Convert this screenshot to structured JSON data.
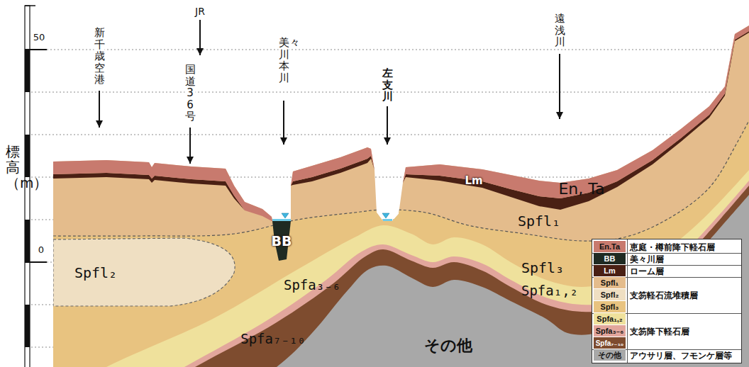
{
  "diagram": {
    "labels": [
      "標高（m）",
      "50",
      "0",
      "新千歳空港",
      "JR",
      "国道36号",
      "美々川本川",
      "左支川",
      "遠浅川",
      "Lm",
      "En, Ta",
      "Spfl₁",
      "Spfl₃",
      "Spfl₂",
      "Spfa₁,₂",
      "Spfa₃₋₆",
      "Spfa₇₋₁₀",
      "BB",
      "その他",
      "恵庭・樽前降下軽石層",
      "美々川層",
      "ローム層",
      "支笏軽石流堆積層",
      "支笏降下軽石層",
      "アウサリ層、フモンケ層等"
    ],
    "legend": [
      {
        "text": "En.Ta",
        "color": "#c87a6e"
      },
      {
        "text": "BB",
        "color": "#1f2a22"
      },
      {
        "text": "Lm",
        "color": "#4a2014"
      },
      {
        "text": "Spfl₁",
        "color": "#e4bc8c"
      },
      {
        "text": "Spfl₂",
        "color": "#efdfc2"
      },
      {
        "text": "Spfl₃",
        "color": "#e8c380"
      },
      {
        "text": "Spfa₁,₂",
        "color": "#efe19c"
      },
      {
        "text": "Spfa₃₋₆",
        "color": "#e2a69c"
      },
      {
        "text": "Spfa₇₋₁₀",
        "color": "#7e4c2f"
      },
      {
        "text": "その他",
        "color": "#a8a8a8"
      }
    ]
  }
}
